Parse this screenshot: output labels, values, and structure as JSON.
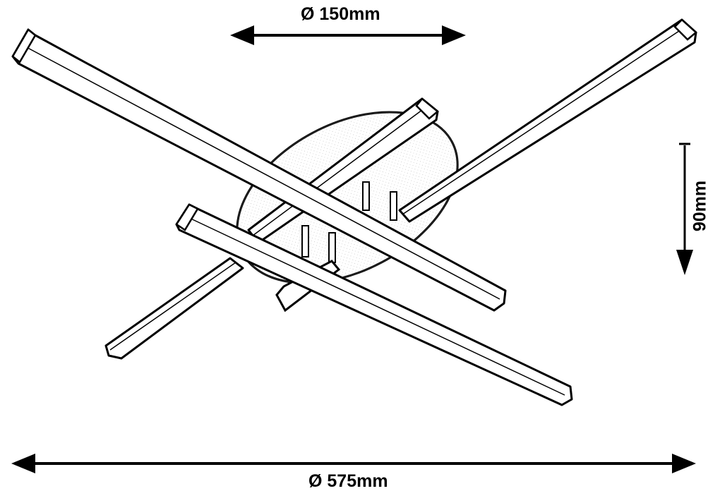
{
  "dimensions": {
    "base_diameter": "Ø 150mm",
    "height": "90mm",
    "overall_diameter": "Ø 575mm"
  },
  "colors": {
    "stroke": "#000000",
    "fill": "#ffffff"
  },
  "icons": [
    "arrow-left-icon",
    "arrow-right-icon",
    "arrow-up-icon",
    "arrow-down-icon"
  ]
}
